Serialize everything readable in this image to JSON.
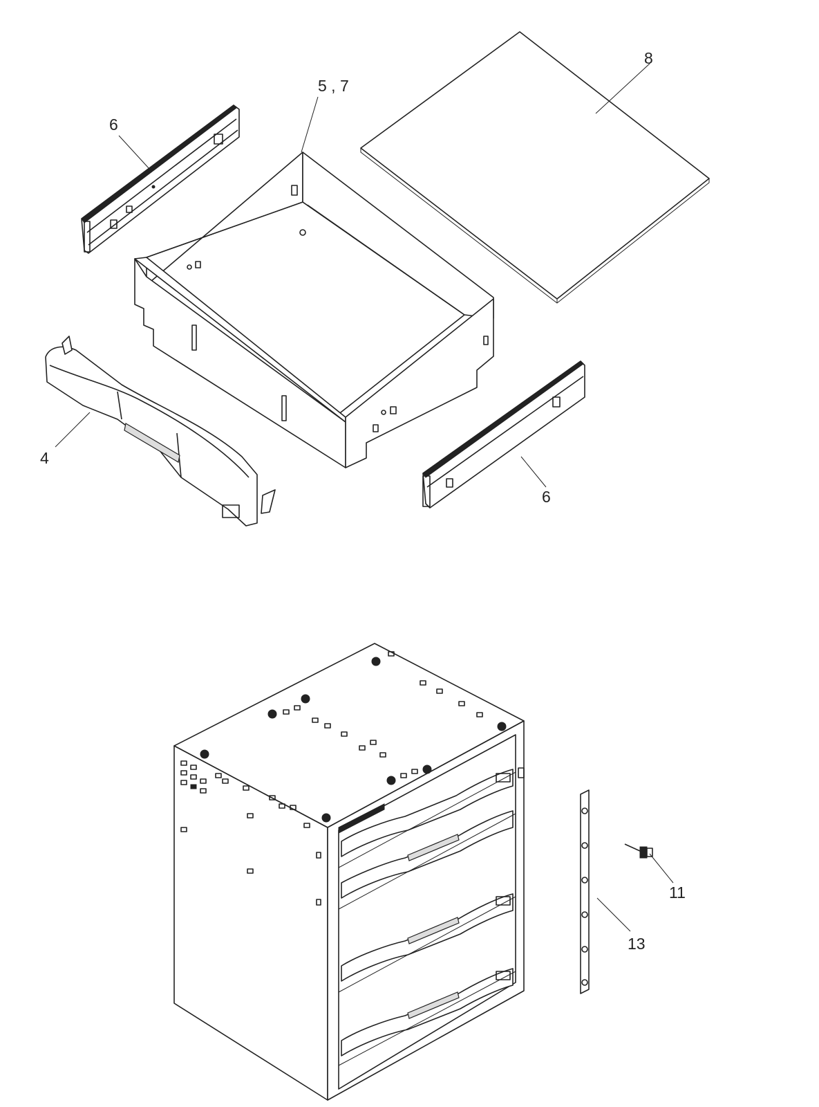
{
  "callouts": {
    "drawer_box": "5 , 7",
    "rail_left": "6",
    "rail_right": "6",
    "panel": "8",
    "handle": "4",
    "knob": "11",
    "strip": "13"
  },
  "colors": {
    "line": "#222222",
    "background": "#ffffff"
  }
}
